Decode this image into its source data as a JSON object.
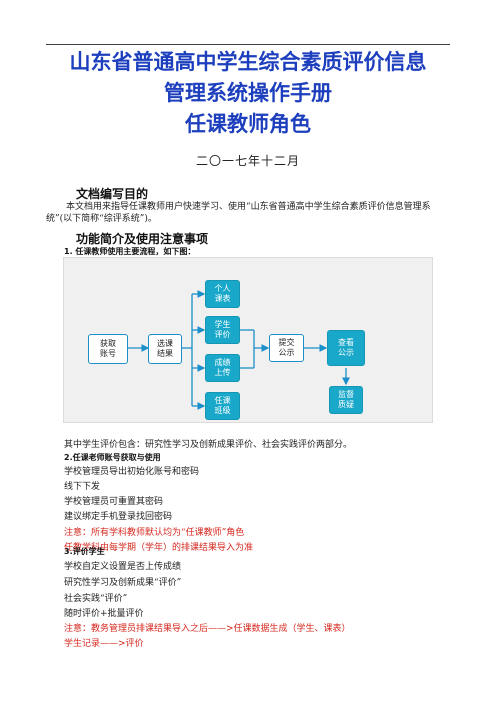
{
  "title": {
    "line1": "山东省普通高中学生综合素质评价信息",
    "line2": "管理系统操作手册",
    "line3": "任课教师角色"
  },
  "date": "二〇一七年十二月",
  "section1": {
    "heading": "文档编写目的",
    "paragraph": "本文档用来指导任课教师用户快速学习、使用“山东省普通高中学生综合素质评价信息管理系统”(以下简称“综评系统”)。"
  },
  "section2": {
    "heading": "功能简介及使用注意事项",
    "item1_heading": "1. 任课教师使用主要流程，如下图：",
    "diagram": {
      "nodes": {
        "get_account": "获取\n账号",
        "course_result": "选课\n结果",
        "personal_schedule": "个人\n课表",
        "student_eval": "学生\n评价",
        "grade_upload": "成绩\n上传",
        "teaching_class": "任课\n班级",
        "submit_publish": "提交\n公示",
        "view_publish": "查看\n公示",
        "supervise_quality": "监督\n质疑"
      }
    },
    "eval_line": "其中学生评价包含：研究性学习及创新成果评价、社会实践评价两部分。",
    "item2_heading": "2.任课老师账号获取与使用",
    "item2_lines": [
      "学校管理员导出初始化账号和密码",
      "线下下发",
      "学校管理员可重置其密码",
      "建议绑定手机登录找回密码"
    ],
    "notes2": [
      "注意：所有学科教师默认均为“任课教师”角色",
      "任教学科由每学期（学年）的排课结果导入为准"
    ],
    "item3_heading": "3.评价学生",
    "item3_lines": [
      "学校自定义设置是否上传成绩",
      "研究性学习及创新成果“评价”",
      "社会实践“评价”",
      "随时评价+批量评价"
    ],
    "notes3": [
      "注意：教务管理员排课结果导入之后——>任课数据生成（学生、课表）",
      "学生记录——>评价"
    ]
  },
  "colors": {
    "title": "#1d3fbe",
    "note_red": "#d62a20",
    "node_teal": "#19a8c9",
    "node_border": "#1b8fc9"
  }
}
